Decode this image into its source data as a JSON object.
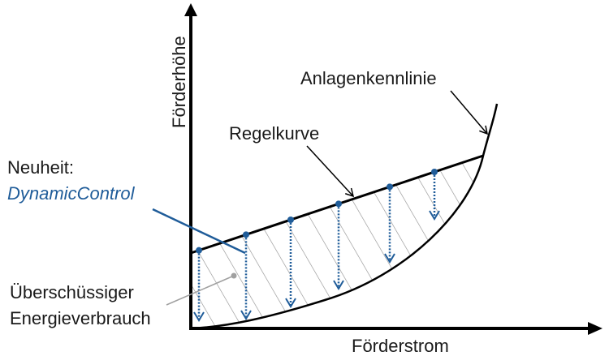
{
  "labels": {
    "y_axis": "Förderhöhe",
    "x_axis": "Förderstrom",
    "system_curve": "Anlagenkennlinie",
    "control_curve": "Regelkurve",
    "novelty_prefix": "Neuheit:",
    "novelty_name": "DynamicControl",
    "excess_line1": "Überschüssiger",
    "excess_line2": "Energieverbrauch"
  },
  "colors": {
    "accent": "#1f5c99",
    "line": "#000000",
    "hatch": "#8c8c8c"
  }
}
